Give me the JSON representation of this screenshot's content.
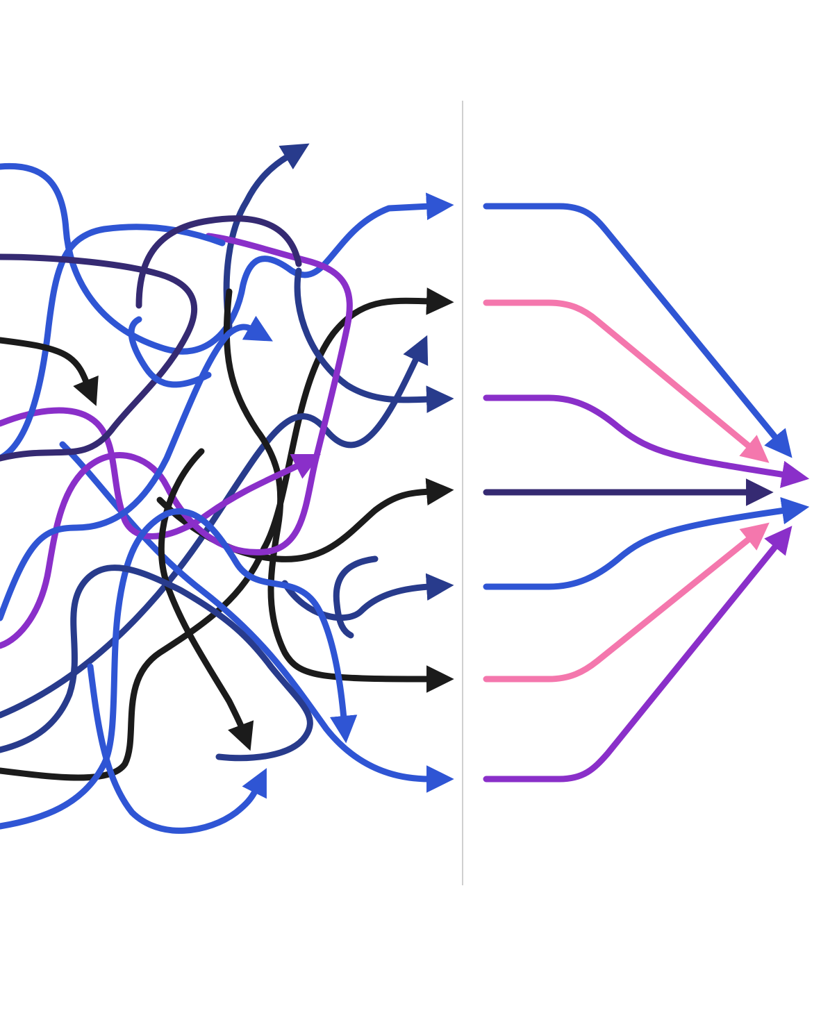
{
  "palette": {
    "blue": "#2f55d4",
    "navy": "#283b8c",
    "indigo": "#352a72",
    "purple": "#8a2fc9",
    "pink": "#f477ad",
    "black": "#1b1b1b",
    "divider": "#cfcfcf",
    "background": "#ffffff"
  },
  "left_panel": {
    "description_icon": "tangled-arrows",
    "paths": [
      {
        "name": "tangle-blue-top-exit",
        "color": "blue"
      },
      {
        "name": "tangle-navy-up-exit",
        "color": "navy"
      },
      {
        "name": "tangle-black-exit-2",
        "color": "black"
      },
      {
        "name": "tangle-navy-exit-3",
        "color": "navy"
      },
      {
        "name": "tangle-black-exit-4",
        "color": "black"
      },
      {
        "name": "tangle-navy-exit-5",
        "color": "navy"
      },
      {
        "name": "tangle-black-exit-6",
        "color": "black"
      },
      {
        "name": "tangle-blue-exit-7",
        "color": "blue"
      },
      {
        "name": "tangle-purple-loop",
        "color": "purple"
      },
      {
        "name": "tangle-purple-diagonal",
        "color": "purple"
      },
      {
        "name": "tangle-blue-loop-a",
        "color": "blue"
      },
      {
        "name": "tangle-blue-loop-b",
        "color": "blue"
      },
      {
        "name": "tangle-indigo-loop",
        "color": "indigo"
      },
      {
        "name": "tangle-black-short",
        "color": "black"
      },
      {
        "name": "tangle-black-down",
        "color": "black"
      },
      {
        "name": "tangle-blue-bottom",
        "color": "blue"
      },
      {
        "name": "tangle-blue-bottom-b",
        "color": "blue"
      },
      {
        "name": "tangle-navy-bottom",
        "color": "navy"
      }
    ]
  },
  "right_panel": {
    "description_icon": "converging-arrows",
    "paths": [
      {
        "name": "converge-blue-1",
        "color": "blue"
      },
      {
        "name": "converge-pink-2",
        "color": "pink"
      },
      {
        "name": "converge-purple-3",
        "color": "purple"
      },
      {
        "name": "converge-indigo-4",
        "color": "indigo"
      },
      {
        "name": "converge-blue-5",
        "color": "blue"
      },
      {
        "name": "converge-pink-6",
        "color": "pink"
      },
      {
        "name": "converge-purple-7",
        "color": "purple"
      }
    ]
  }
}
